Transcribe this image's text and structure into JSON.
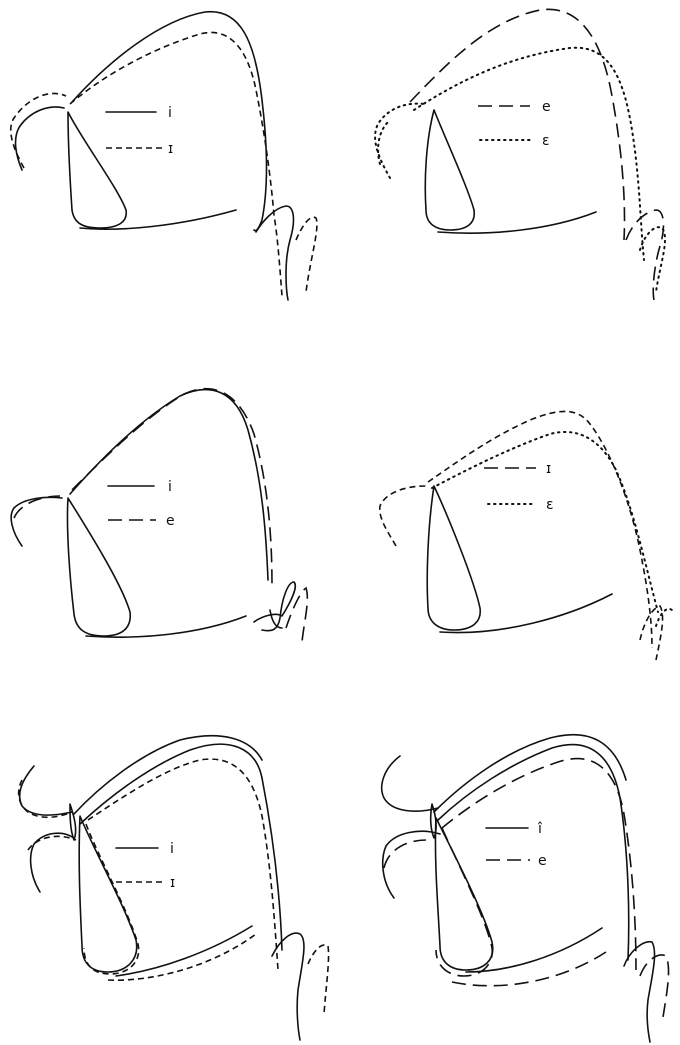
{
  "panels": [
    {
      "id": "top-left",
      "legend": [
        {
          "style": "solid",
          "label": "i"
        },
        {
          "style": "dashed",
          "label": "ɪ"
        }
      ]
    },
    {
      "id": "top-right",
      "legend": [
        {
          "style": "longdash",
          "label": "e"
        },
        {
          "style": "dotted",
          "label": "ɛ"
        }
      ]
    },
    {
      "id": "middle-left",
      "legend": [
        {
          "style": "solid",
          "label": "i"
        },
        {
          "style": "longdash",
          "label": "e"
        }
      ]
    },
    {
      "id": "middle-right",
      "legend": [
        {
          "style": "longdash",
          "label": "ɪ"
        },
        {
          "style": "dotted",
          "label": "ɛ"
        }
      ]
    },
    {
      "id": "bottom-left",
      "legend": [
        {
          "style": "solid",
          "label": "i"
        },
        {
          "style": "dashed",
          "label": "ɪ"
        }
      ]
    },
    {
      "id": "bottom-right",
      "legend": [
        {
          "style": "solid",
          "label": "î"
        },
        {
          "style": "longdash",
          "label": "e"
        }
      ]
    }
  ]
}
